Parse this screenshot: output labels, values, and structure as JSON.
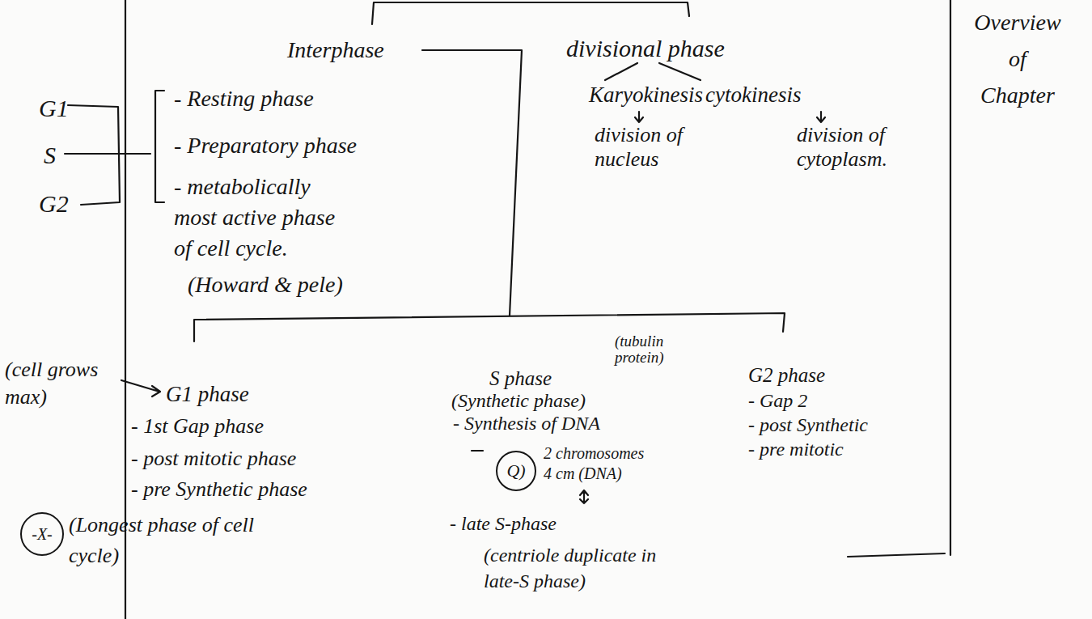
{
  "diagram": {
    "nodes": [
      {
        "text": [
          "Overview of Chapter"
        ]
      },
      {
        "text": [
          "Interphase",
          "- Resting phase",
          "- Preparatory phase",
          "- metabolically most active phase of cell cycle.",
          "(Howard & pele)"
        ],
        "in": 0
      },
      {
        "text": [
          "-X-"
        ]
      },
      {
        "text": [
          "Q)"
        ],
        "in": 0
      }
    ],
    "labels": [
      "G1",
      "S",
      "G2",
      "divisional phase",
      "Karyokinesis",
      "cytokinesis",
      "division of nucleus",
      "division of cytoplasm.",
      "(cell grows max)",
      "G1 phase",
      "- 1st Gap phase",
      "- post mitotic phase",
      "- pre Synthetic phase",
      "(Longest phase of cell cycle)",
      "S phase",
      "(tubulin protein)",
      "(Synthetic phase)",
      "- Synthesis of DNA",
      "2 chromosomes 4 cm (DNA)",
      "- late S-phase",
      "(centriole duplicate in late-S phase)",
      "G2 phase",
      "- Gap 2",
      "- post Synthetic",
      "- pre mitotic"
    ]
  }
}
